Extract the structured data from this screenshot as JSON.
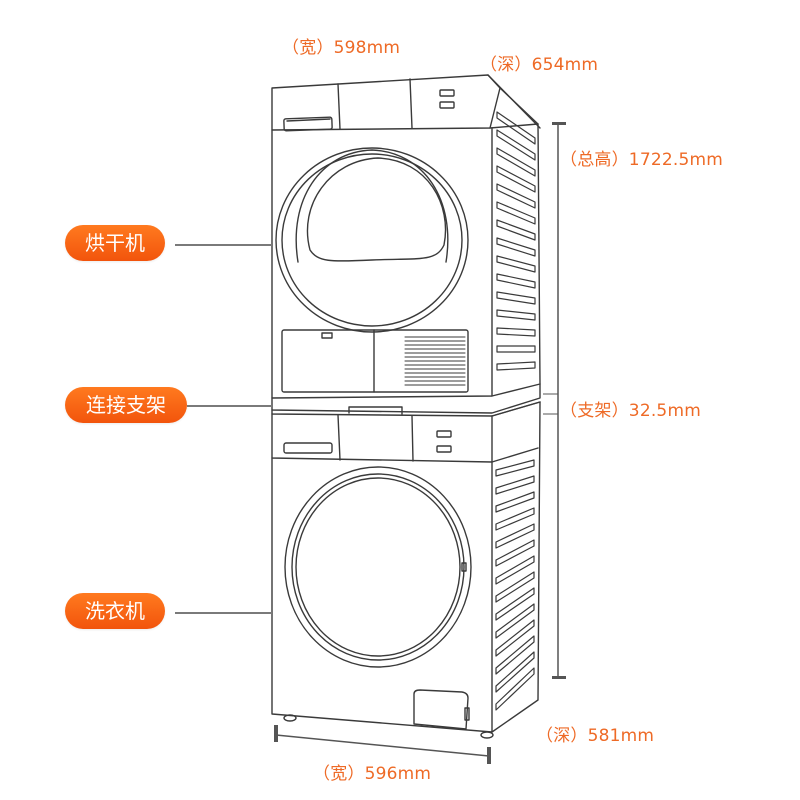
{
  "dimensions": {
    "top_width": "（宽）598mm",
    "top_depth": "（深）654mm",
    "total_height": "（总高）1722.5mm",
    "stand_height": "（支架）32.5mm",
    "bottom_depth": "（深）581mm",
    "bottom_width": "（宽）596mm"
  },
  "labels": {
    "dryer": "烘干机",
    "connector_stand": "连接支架",
    "washer": "洗衣机"
  },
  "colors": {
    "accent": "#ee6a26",
    "pill": "#f4600f",
    "line": "#555555"
  }
}
